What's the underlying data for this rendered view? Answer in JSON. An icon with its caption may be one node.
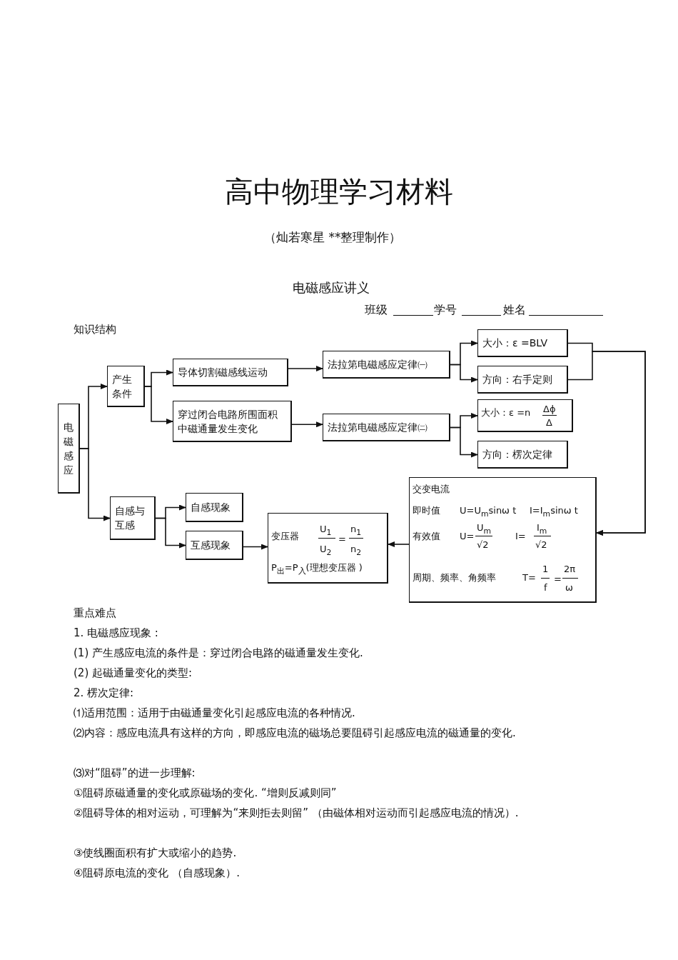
{
  "diagram": {
    "title": "高中物理学习材料",
    "nodes": [
      {
        "text": [
          "电磁感应"
        ]
      },
      {
        "text": [
          "产生条件"
        ]
      },
      {
        "text": [
          "导体切割磁感线运动"
        ]
      },
      {
        "text": [
          "穿过闭合电路所围面积中磁通量发生变化"
        ]
      },
      {
        "text": [
          "法拉第电磁感应定律㈠"
        ]
      },
      {
        "text": [
          "法拉第电磁感应定律㈡"
        ]
      },
      {
        "text": [
          "大小：ε =BLV"
        ]
      },
      {
        "text": [
          "方向：右手定则"
        ]
      },
      {
        "text": [
          "大小：ε =n",
          "Δϕ",
          "Δ"
        ]
      },
      {
        "text": [
          "方向：楞次定律"
        ]
      },
      {
        "text": [
          "自感与互感"
        ]
      },
      {
        "text": [
          "自感现象"
        ]
      },
      {
        "text": [
          "互感现象"
        ]
      },
      {
        "text": [
          "变压器",
          "U$_{1}$",
          "U$_{2}$",
          "=",
          "n$_{1}$",
          "n$_{2}$",
          "P$_{出}$=P$_{入}$(理想变压器 )"
        ]
      },
      {
        "text": [
          "交变电流",
          "即时值",
          "U=U$_{m}$sinω t",
          "I=I$_{m}$sinω t",
          "有效值",
          "U=",
          "U$_{m}$",
          "√2",
          "I=",
          "I$_{m}$",
          "√2",
          "周期、频率、角频率",
          "T=",
          "1",
          "f",
          "=",
          "2π",
          "ω"
        ]
      }
    ],
    "edges": [
      {
        "from": 0,
        "to": 1,
        "arrow": "to"
      },
      {
        "from": 0,
        "to": 10,
        "arrow": "to"
      },
      {
        "from": 1,
        "to": 2,
        "arrow": "to"
      },
      {
        "from": 1,
        "to": 3,
        "arrow": "to"
      },
      {
        "from": 2,
        "to": 4,
        "arrow": "to"
      },
      {
        "from": 3,
        "to": 5,
        "arrow": "to"
      },
      {
        "from": 4,
        "to": 6,
        "arrow": "to"
      },
      {
        "from": 4,
        "to": 7,
        "arrow": "to"
      },
      {
        "from": 5,
        "to": 8,
        "arrow": "to"
      },
      {
        "from": 5,
        "to": 9,
        "arrow": "to"
      },
      {
        "from": 6,
        "to": 14,
        "arrow": "to"
      },
      {
        "from": 7,
        "to": 14,
        "arrow": "to"
      },
      {
        "from": 14,
        "to": 13,
        "arrow": "to"
      },
      {
        "from": 10,
        "to": 11,
        "arrow": "to"
      },
      {
        "from": 10,
        "to": 12,
        "arrow": "to"
      },
      {
        "from": 12,
        "to": 13,
        "arrow": "to"
      }
    ],
    "labels": [
      "（灿若寒星 **整理制作）",
      "电磁感应讲义",
      "班级",
      "学号",
      "姓名",
      "知识结构",
      "重点难点",
      "1. 电磁感应现象 :",
      "(1) 产生感应电流的条件是：穿过闭合电路的磁通量发生变化.",
      "(2) 起磁通量变化的类型:",
      "2. 楞次定律:",
      "⑴适用范围：适用于由磁通量变化引起感应电流的各种情况.",
      "⑵内容：感应电流具有这样的方向，即感应电流的磁场总要阻碍引起感应电流的磁通量的变化.",
      "⑶对“阻碍”的进一步理解:",
      "①阻碍原磁通量的变化或原磁场的变化. “增则反减则同”",
      "②阻碍导体的相对运动，可理解为“来则拒去则留” （由磁体相对运动而引起感应电流的情况）.",
      "③使线圈面积有扩大或缩小的趋势.",
      "④阻碍原电流的变化 （自感现象）."
    ]
  }
}
